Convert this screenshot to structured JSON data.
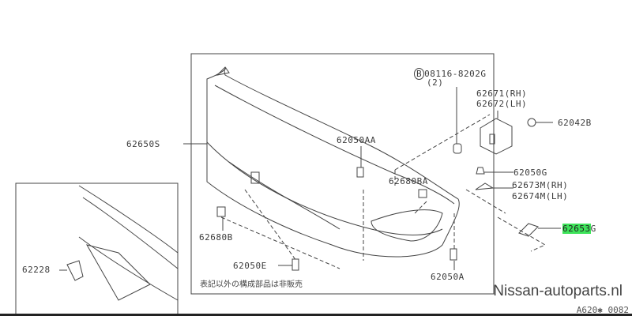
{
  "labels": {
    "bolt": "08116-8202G",
    "bolt_qty": "(2)",
    "bolt_prefix": "B",
    "bracket_rh": "62671(RH)",
    "bracket_lh": "62672(LH)",
    "nut": "62042B",
    "clip_g": "62050G",
    "seal_rh": "62673M(RH)",
    "seal_lh": "62674M(LH)",
    "part_highlight": "62653",
    "part_suffix": "G",
    "bumper": "62650S",
    "clip_aa": "62050AA",
    "bracket_ba": "62680BA",
    "bracket_b": "62680B",
    "clip_e": "62050E",
    "clip_a": "62050A",
    "inset_part": "62228"
  },
  "note": "表記以外の構成部品は非販売",
  "watermark": "Nissan-autoparts.nl",
  "diagram_code": "A620✱ 0082",
  "colors": {
    "highlight": "#3ee35a"
  }
}
